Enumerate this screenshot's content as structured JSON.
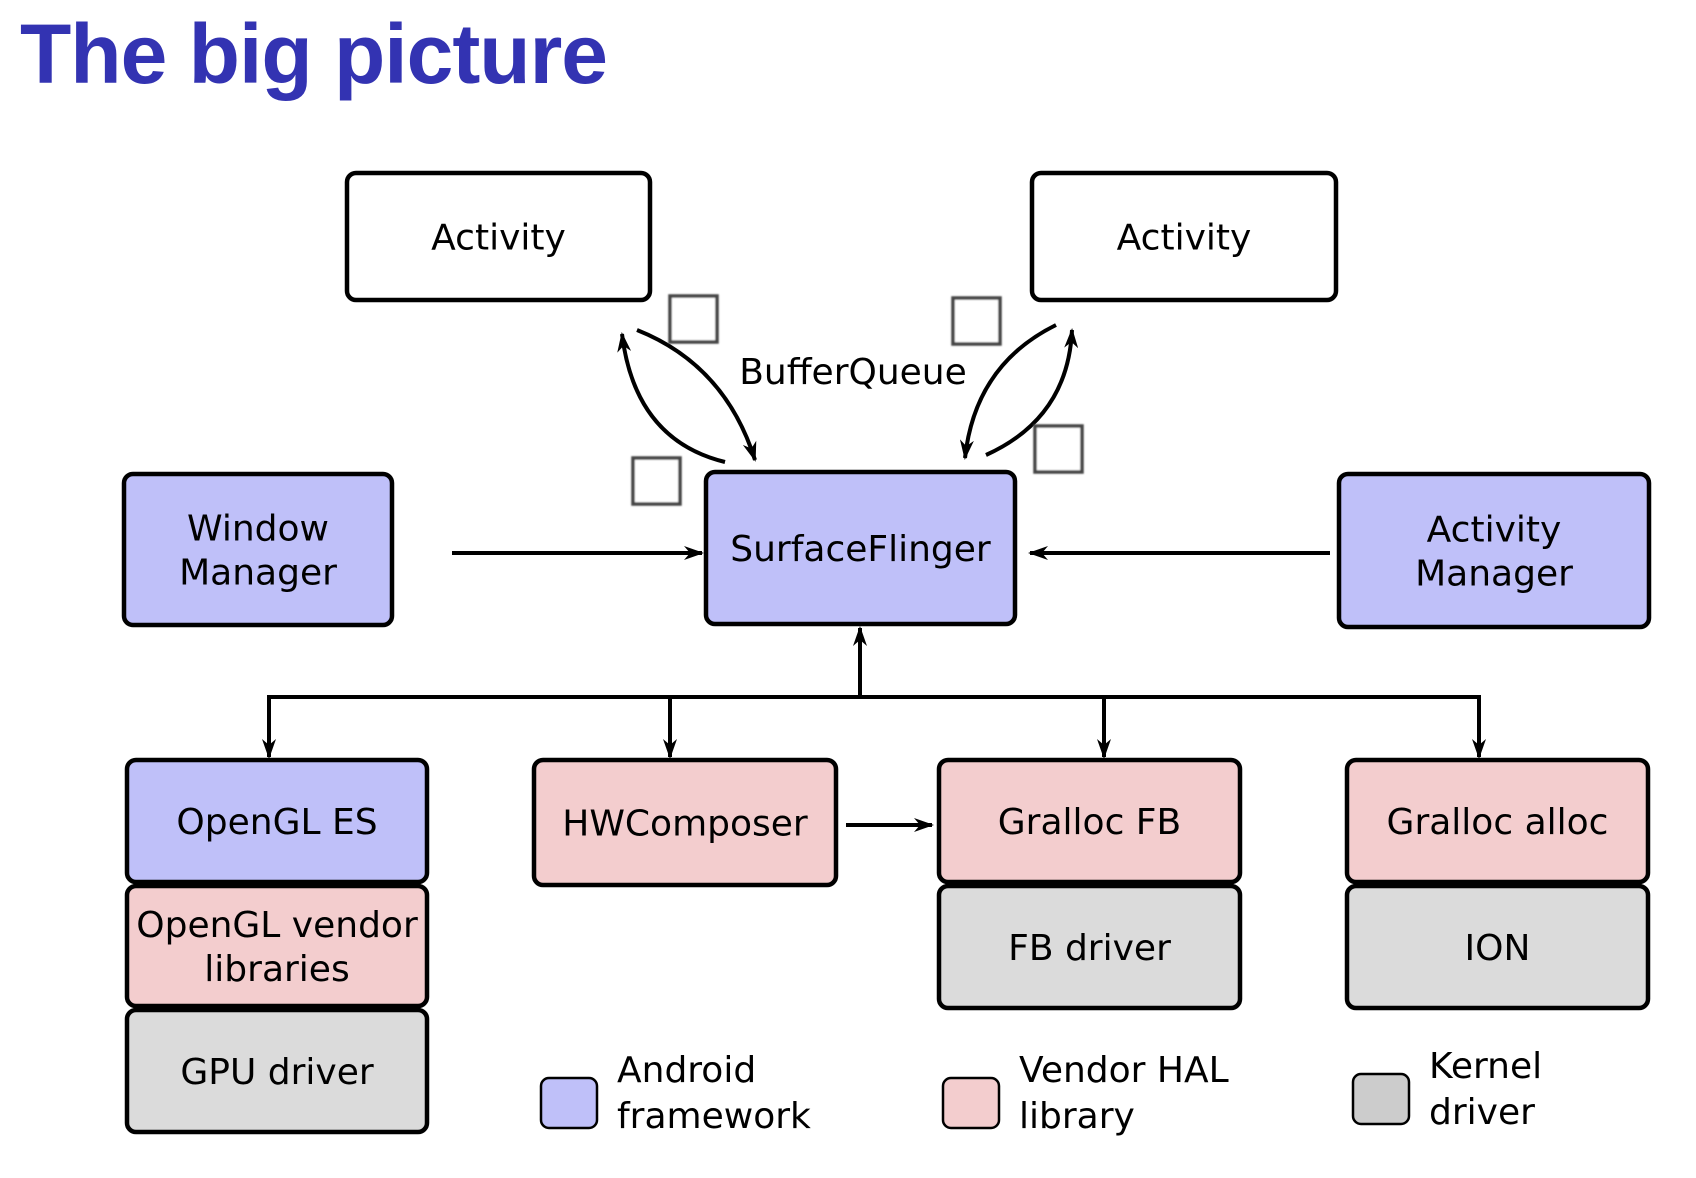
{
  "title": "The big picture",
  "colors": {
    "android_framework": "#bfc0f9",
    "vendor_hal": "#f3cdce",
    "kernel_driver": "#dbdbdb",
    "kernel_legend": "#cccccc",
    "plain": "#ffffff",
    "stroke": "#000000",
    "title": "#3333b2"
  },
  "boxes": {
    "activity_left": {
      "lines": [
        "Activity"
      ],
      "category": "plain"
    },
    "activity_right": {
      "lines": [
        "Activity"
      ],
      "category": "plain"
    },
    "window_manager": {
      "lines": [
        "Window",
        "Manager"
      ],
      "category": "android_framework"
    },
    "surfaceflinger": {
      "lines": [
        "SurfaceFlinger"
      ],
      "category": "android_framework"
    },
    "activity_manager": {
      "lines": [
        "Activity",
        "Manager"
      ],
      "category": "android_framework"
    },
    "opengl_es": {
      "lines": [
        "OpenGL ES"
      ],
      "category": "android_framework"
    },
    "opengl_vendor": {
      "lines": [
        "OpenGL vendor",
        "libraries"
      ],
      "category": "vendor_hal"
    },
    "gpu_driver": {
      "lines": [
        "GPU driver"
      ],
      "category": "kernel_driver"
    },
    "hwcomposer": {
      "lines": [
        "HWComposer"
      ],
      "category": "vendor_hal"
    },
    "gralloc_fb": {
      "lines": [
        "Gralloc FB"
      ],
      "category": "vendor_hal"
    },
    "fb_driver": {
      "lines": [
        "FB driver"
      ],
      "category": "kernel_driver"
    },
    "gralloc_alloc": {
      "lines": [
        "Gralloc alloc"
      ],
      "category": "vendor_hal"
    },
    "ion": {
      "lines": [
        "ION"
      ],
      "category": "kernel_driver"
    }
  },
  "bufferqueue_label": "BufferQueue",
  "edges": [
    {
      "from": "window_manager",
      "to": "surfaceflinger"
    },
    {
      "from": "activity_manager",
      "to": "surfaceflinger"
    },
    {
      "from": "surfaceflinger",
      "to": "activity_left",
      "via": "BufferQueue"
    },
    {
      "from": "activity_left",
      "to": "surfaceflinger",
      "via": "BufferQueue"
    },
    {
      "from": "surfaceflinger",
      "to": "activity_right",
      "via": "BufferQueue"
    },
    {
      "from": "activity_right",
      "to": "surfaceflinger",
      "via": "BufferQueue"
    },
    {
      "from": "bus",
      "to": "surfaceflinger"
    },
    {
      "from": "bus",
      "to": "opengl_es"
    },
    {
      "from": "bus",
      "to": "hwcomposer"
    },
    {
      "from": "bus",
      "to": "gralloc_fb"
    },
    {
      "from": "bus",
      "to": "gralloc_alloc"
    },
    {
      "from": "hwcomposer",
      "to": "gralloc_fb"
    }
  ],
  "legend": [
    {
      "category": "android_framework",
      "lines": [
        "Android",
        "framework"
      ]
    },
    {
      "category": "vendor_hal",
      "lines": [
        "Vendor HAL",
        "library"
      ]
    },
    {
      "category": "kernel_legend",
      "lines": [
        "Kernel",
        "driver"
      ]
    }
  ]
}
